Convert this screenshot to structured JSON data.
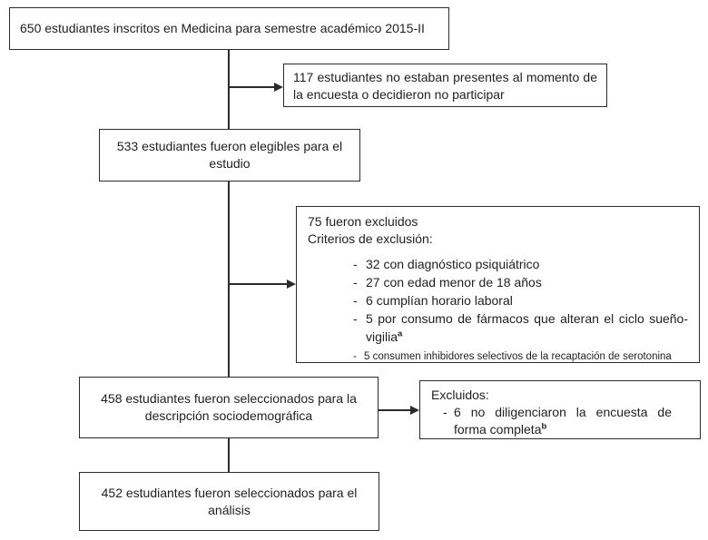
{
  "colors": {
    "background": "#ffffff",
    "line": "#2b2b2b",
    "text": "#1f1f1f"
  },
  "flowchart": {
    "enrolled": {
      "text": "650 estudiantes inscritos en Medicina para semestre académico 2015-II"
    },
    "not_present": {
      "text": "117 estudiantes no estaban presentes al momento de la encuesta o decidieron no participar"
    },
    "eligible": {
      "text": "533 estudiantes fueron elegibles para el estudio"
    },
    "exclusions": {
      "title": "75 fueron excluidos",
      "subtitle": "Criterios de exclusión:",
      "items": [
        {
          "marker": "-",
          "text": "32 con diagnóstico psiquiátrico",
          "sup": ""
        },
        {
          "marker": "-",
          "text": "27 con edad menor de 18 años",
          "sup": ""
        },
        {
          "marker": "-",
          "text": "6 cumplían horario laboral",
          "sup": ""
        },
        {
          "marker": "-",
          "text": "5 por consumo de fármacos que alteran el ciclo sueño-vigilia",
          "sup": "a"
        },
        {
          "marker": "-",
          "text": "5 consumen inhibidores selectivos de la recaptación de serotonina",
          "sup": ""
        }
      ]
    },
    "selected_sociodemographic": {
      "text": "458 estudiantes fueron seleccionados para la descripción sociodemográfica"
    },
    "excluded_incomplete": {
      "title": "Excluidos:",
      "item": {
        "marker": "-",
        "text": "6 no diligenciaron la encuesta de forma completa",
        "sup": "b"
      }
    },
    "selected_analysis": {
      "text": "452 estudiantes fueron seleccionados para el análisis"
    }
  }
}
